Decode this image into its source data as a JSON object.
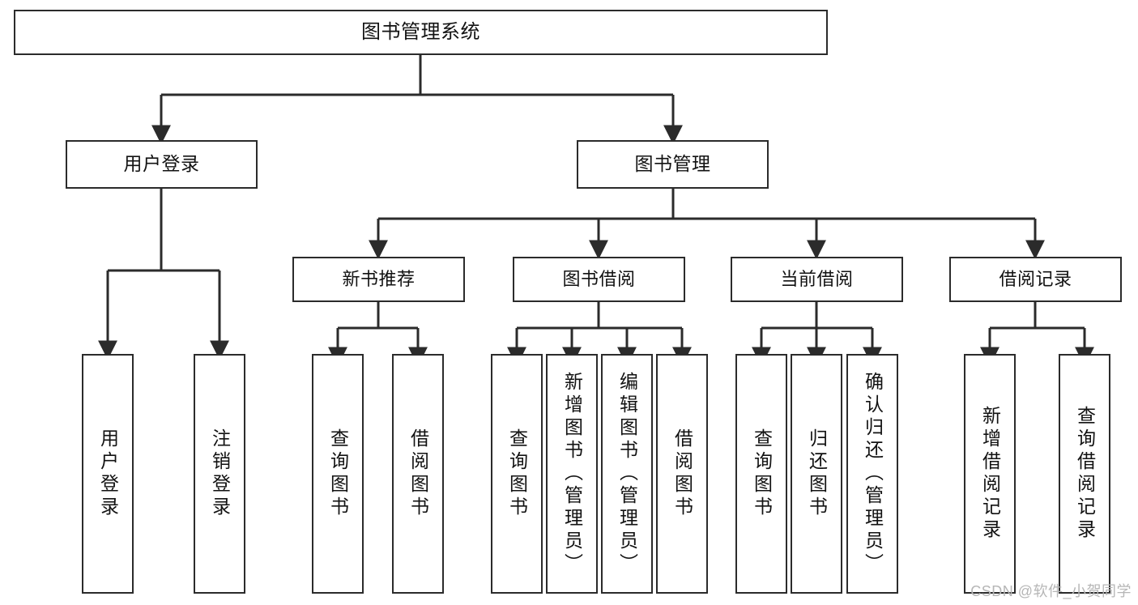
{
  "diagram": {
    "type": "tree",
    "title": "图书管理系统",
    "watermark": "CSDN @软件_小贺同学",
    "colors": {
      "box_stroke": "#2b2b2b",
      "box_fill": "#ffffff",
      "connector": "#2b2b2b",
      "text": "#121212",
      "watermark": "#b6b6b6",
      "background": "#ffffff"
    }
  },
  "root": {
    "label": "图书管理系统"
  },
  "level1": [
    {
      "label": "用户登录"
    },
    {
      "label": "图书管理"
    }
  ],
  "level2": [
    {
      "label": "新书推荐"
    },
    {
      "label": "图书借阅"
    },
    {
      "label": "当前借阅"
    },
    {
      "label": "借阅记录"
    }
  ],
  "leaves": {
    "user_login": [
      {
        "label": "用户登录"
      },
      {
        "label": "注销登录"
      }
    ],
    "new_book_recommend": [
      {
        "label": "查询图书"
      },
      {
        "label": "借阅图书"
      }
    ],
    "book_borrow": [
      {
        "label": "查询图书"
      },
      {
        "label": "新增图书（管理员）"
      },
      {
        "label": "编辑图书（管理员）"
      },
      {
        "label": "借阅图书"
      }
    ],
    "current_borrow": [
      {
        "label": "查询图书"
      },
      {
        "label": "归还图书"
      },
      {
        "label": "确认归还（管理员）"
      }
    ],
    "borrow_record": [
      {
        "label": "新增借阅记录"
      },
      {
        "label": "查询借阅记录"
      }
    ]
  }
}
